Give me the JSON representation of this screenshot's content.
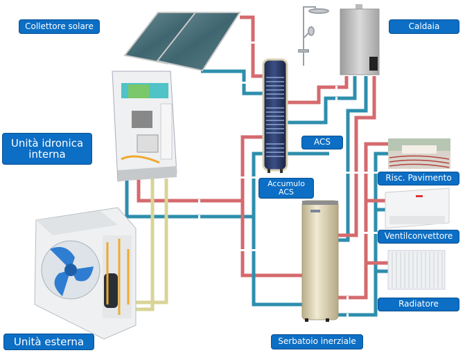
{
  "diagram": {
    "title": "Schema impianto pompa di calore con solare termico",
    "colors": {
      "hot_pipe": "#d46a6e",
      "cold_pipe": "#2e8ead",
      "refrigerant_pipe": "#d9d497",
      "label_bg": "#0c6ec4"
    },
    "labels": {
      "solar_collector": "Collettore solare",
      "boiler": "Caldaia",
      "indoor_hydronic_unit": "Unità idronica interna",
      "dhw": "ACS",
      "dhw_storage": "Accumulo ACS",
      "floor_heating": "Risc. Pavimento",
      "fan_coil": "Ventilconvettore",
      "radiator": "Radiatore",
      "outdoor_unit": "Unità esterna",
      "buffer_tank": "Serbatoio inerziale"
    },
    "components": [
      {
        "id": "solar-collector",
        "icon": "solar-panel-icon"
      },
      {
        "id": "shower",
        "icon": "shower-icon"
      },
      {
        "id": "boiler",
        "icon": "boiler-icon"
      },
      {
        "id": "indoor-hydronic-unit",
        "icon": "hydronic-unit-icon"
      },
      {
        "id": "dhw-storage-tank",
        "icon": "coil-tank-icon"
      },
      {
        "id": "floor-heating",
        "icon": "floor-heating-photo-icon"
      },
      {
        "id": "fan-coil",
        "icon": "fan-coil-icon"
      },
      {
        "id": "radiator",
        "icon": "radiator-icon"
      },
      {
        "id": "outdoor-unit",
        "icon": "heat-pump-outdoor-icon"
      },
      {
        "id": "buffer-tank",
        "icon": "buffer-tank-icon"
      }
    ]
  }
}
